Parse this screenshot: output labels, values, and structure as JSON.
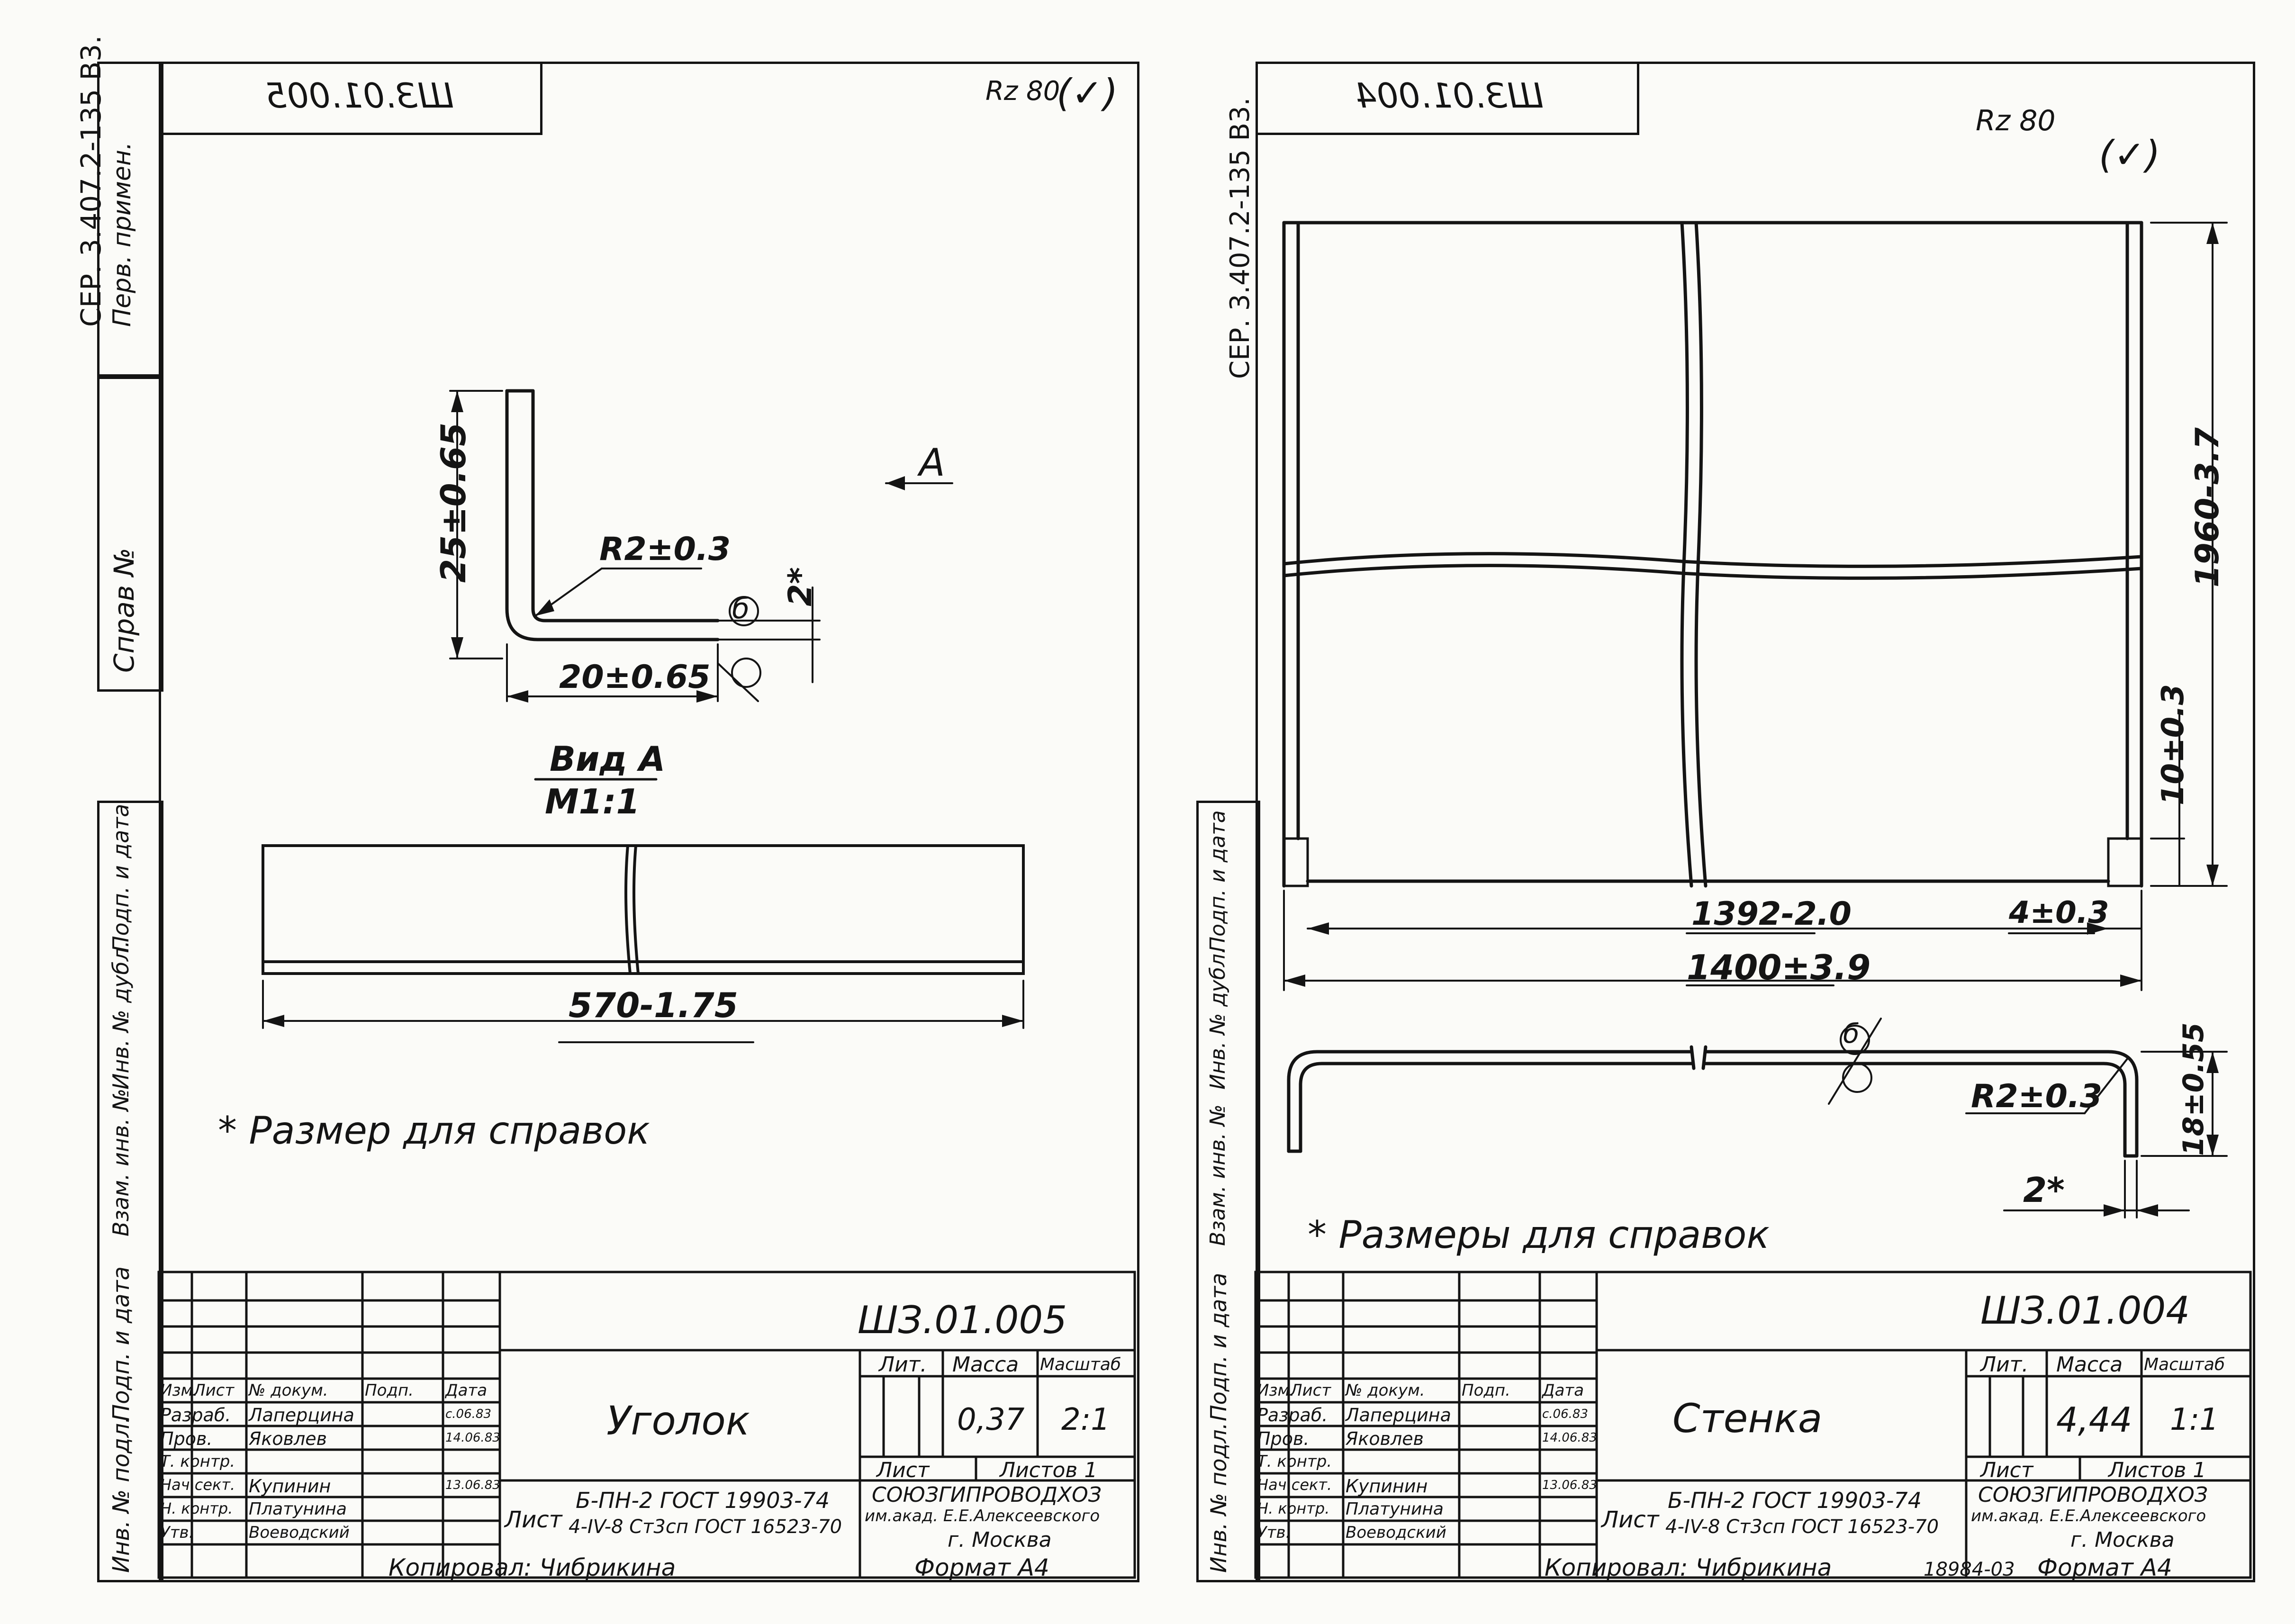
{
  "left_sheet": {
    "series_code_vertical": "СЕР. 3.407.2-135 В3.",
    "first_use_label": "Перв. примен.",
    "ref_no_label": "Справ №",
    "corner_code_mirrored": "ШЗ.01.005",
    "roughness_mark": "Rz 80",
    "roughness_check": "(✓)",
    "dims": {
      "height": "25±0.65",
      "radius": "R2±0.3",
      "thickness": "2*",
      "width": "20±0.65",
      "length": "570-1.75"
    },
    "section_a": "А",
    "weld_mark": "б",
    "view_title": "Вид А",
    "view_scale": "М1:1",
    "note": "* Размер для справок",
    "title_block": {
      "doc_code": "ШЗ.01.005",
      "part_name": "Уголок",
      "lit_label": "Лит.",
      "mass_label": "Масса",
      "scale_label": "Масштаб",
      "mass": "0,37",
      "scale": "2:1",
      "sheet_label": "Лист",
      "sheets_label": "Листов 1",
      "org_line1": "СОЮЗГИПРОВОДХОЗ",
      "org_line2": "им.акад. Е.Е.Алексеевского",
      "org_line3": "г. Москва",
      "material_prefix": "Лист",
      "material_line1": "Б-ПН-2 ГОСТ 19903-74",
      "material_line2": "4-IV-8 Ст3сп ГОСТ 16523-70",
      "roles": [
        "Изм.",
        "Лист",
        "№ докум.",
        "Подп.",
        "Дата"
      ],
      "people": [
        {
          "role": "Разраб.",
          "name": "Лаперцина",
          "date": "с.06.83"
        },
        {
          "role": "Пров.",
          "name": "Яковлев",
          "date": "14.06.83"
        },
        {
          "role": "Т. контр.",
          "name": "",
          "date": ""
        },
        {
          "role": "Нач.сект.",
          "name": "Купинин",
          "date": "13.06.83"
        },
        {
          "role": "Н. контр.",
          "name": "Платунина",
          "date": ""
        },
        {
          "role": "Утв.",
          "name": "Воеводский",
          "date": ""
        }
      ],
      "copied": "Копировал: Чибрикина",
      "format": "Формат А4"
    }
  },
  "right_sheet": {
    "series_code_vertical": "СЕР. 3.407.2-135 В3.",
    "corner_code_mirrored": "ШЗ.01.004",
    "roughness_mark": "Rz 80",
    "roughness_check": "(✓)",
    "dims": {
      "height": "1960-3.7",
      "bottom_step": "10±0.3",
      "inner_length": "1392-2.0",
      "end_gap": "4±0.3",
      "overall_length": "1400±3.9",
      "radius": "R2±0.3",
      "flange": "18±0.55",
      "thickness": "2*"
    },
    "weld_mark": "б",
    "note": "* Размеры для справок",
    "title_block": {
      "doc_code": "ШЗ.01.004",
      "part_name": "Стенка",
      "lit_label": "Лит.",
      "mass_label": "Масса",
      "scale_label": "Масштаб",
      "mass": "4,44",
      "scale": "1:1",
      "sheet_label": "Лист",
      "sheets_label": "Листов 1",
      "org_line1": "СОЮЗГИПРОВОДХОЗ",
      "org_line2": "им.акад. Е.Е.Алексеевского",
      "org_line3": "г. Москва",
      "material_prefix": "Лист",
      "material_line1": "Б-ПН-2 ГОСТ 19903-74",
      "material_line2": "4-IV-8 Ст3сп ГОСТ 16523-70",
      "roles": [
        "Изм.",
        "Лист",
        "№ докум.",
        "Подп.",
        "Дата"
      ],
      "people": [
        {
          "role": "Разраб.",
          "name": "Лаперцина",
          "date": "с.06.83"
        },
        {
          "role": "Пров.",
          "name": "Яковлев",
          "date": "14.06.83"
        },
        {
          "role": "Т. контр.",
          "name": "",
          "date": ""
        },
        {
          "role": "Нач.сект.",
          "name": "Купинин",
          "date": "13.06.83"
        },
        {
          "role": "Н. контр.",
          "name": "Платунина",
          "date": ""
        },
        {
          "role": "Утв.",
          "name": "Воеводский",
          "date": ""
        }
      ],
      "copied": "Копировал: Чибрикина",
      "order_no": "18984-03",
      "format": "Формат А4"
    }
  },
  "margin_labels": [
    "Инв. № подл.",
    "Подп. и дата",
    "Взам. инв. №",
    "Инв. № дубл.",
    "Подп. и дата"
  ]
}
